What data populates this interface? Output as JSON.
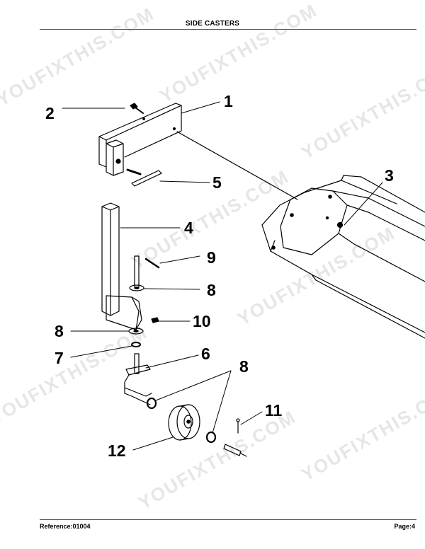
{
  "header": {
    "title": "SIDE CASTERS"
  },
  "footer": {
    "reference": "Reference:01004",
    "page": "Page:4"
  },
  "watermark": {
    "text": "YOUFIXTHIS.COM"
  },
  "callouts": [
    "1",
    "2",
    "3",
    "4",
    "5",
    "6",
    "7",
    "8",
    "9",
    "10",
    "11",
    "12"
  ],
  "colors": {
    "ink": "#000000",
    "watermark": "#e6e6e6"
  }
}
